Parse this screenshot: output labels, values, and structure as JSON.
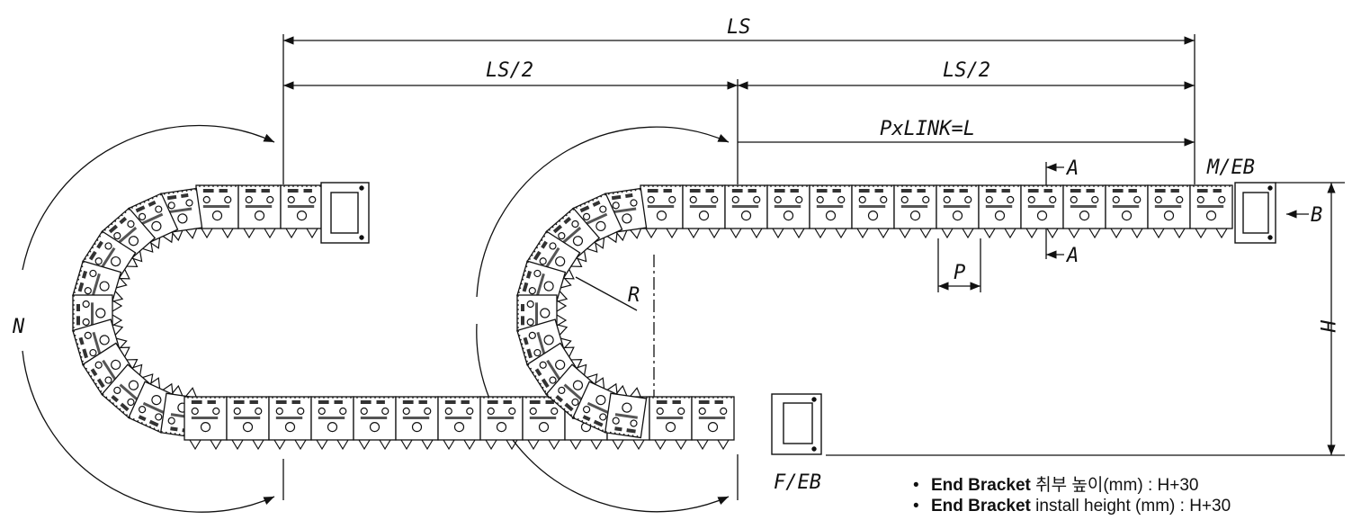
{
  "labels": {
    "ls": "LS",
    "ls_half_left": "LS/2",
    "ls_half_right": "LS/2",
    "pxlink": "PxLINK=L",
    "section_a_top": "A",
    "section_a_bottom": "A",
    "view_b": "B",
    "moving_end": "M/EB",
    "fixed_end": "F/EB",
    "radius": "R",
    "height": "H",
    "pitch": "P",
    "n": "N"
  },
  "notes": [
    {
      "bullet": "•",
      "bold": "End Bracket",
      "text": " 취부 높이(mm) : H+30"
    },
    {
      "bullet": "•",
      "bold": "End Bracket",
      "text": " install height (mm) : H+30"
    }
  ],
  "colors": {
    "line": "#111111",
    "link_fill": "#2a2a2a"
  }
}
